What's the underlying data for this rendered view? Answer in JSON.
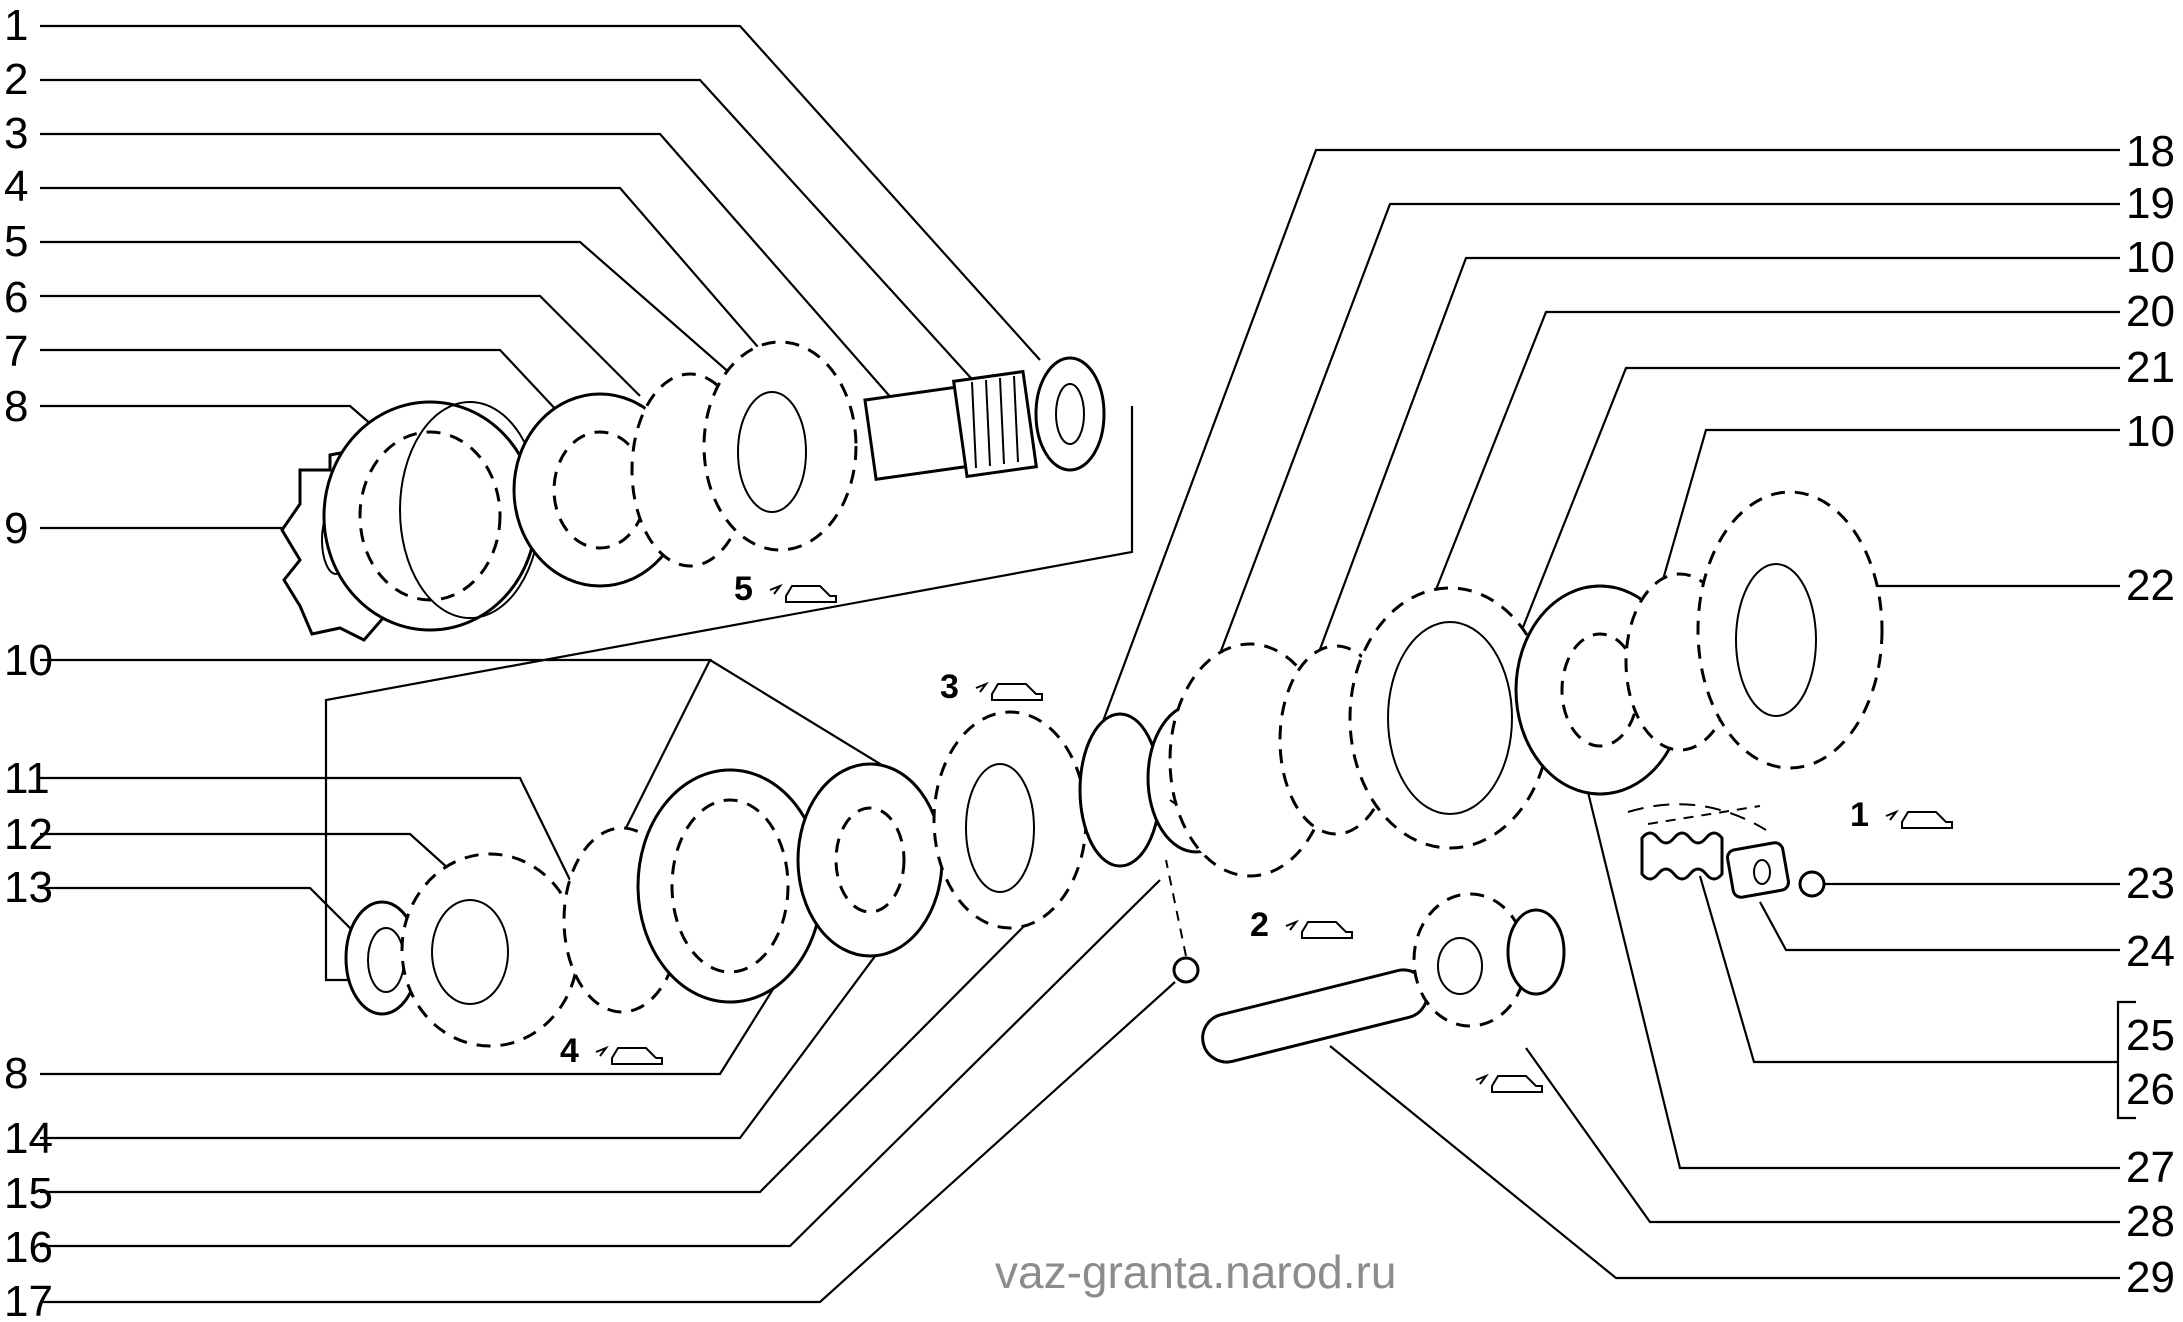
{
  "callouts_left": [
    "1",
    "2",
    "3",
    "4",
    "5",
    "6",
    "7",
    "8",
    "9",
    "10",
    "11",
    "12",
    "13",
    "8",
    "14",
    "15",
    "16",
    "17"
  ],
  "callouts_right": [
    "18",
    "19",
    "10",
    "20",
    "21",
    "10",
    "22",
    "23",
    "24",
    "25",
    "26",
    "27",
    "28",
    "29"
  ],
  "gear_markers": [
    "5",
    "3",
    "4",
    "2",
    "1",
    ""
  ],
  "watermark": "vaz-granta.narod.ru",
  "colors": {
    "ink": "#000000",
    "paper": "#ffffff",
    "watermark": "#8c8c8c"
  },
  "icons": [
    "car-icon"
  ]
}
